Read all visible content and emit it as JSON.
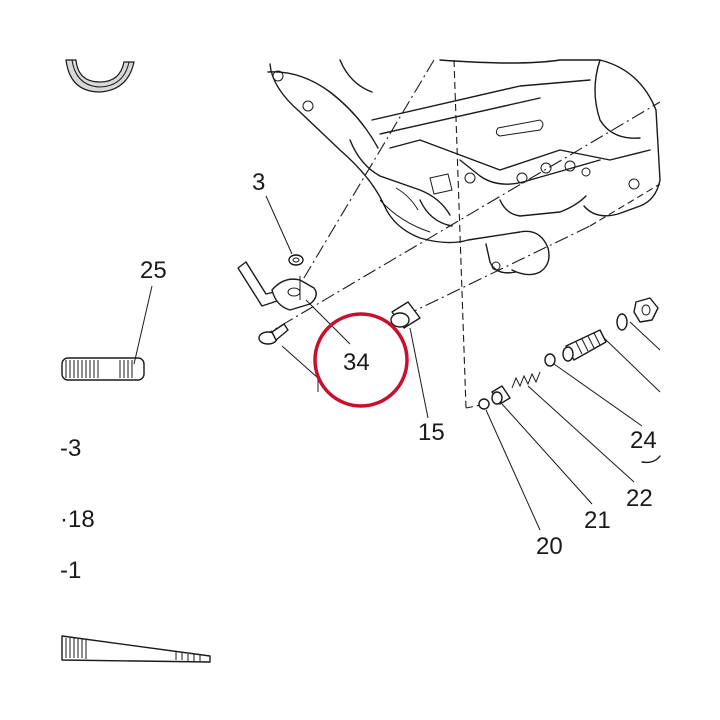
{
  "labels": {
    "l3": "3",
    "l25": "25",
    "l34": "34",
    "l15": "15",
    "l24": "24",
    "l22": "22",
    "l21": "21",
    "l20": "20",
    "lm3": "-3",
    "l18": "·18",
    "lm1": "-1"
  },
  "highlight_color": "#c8102e"
}
